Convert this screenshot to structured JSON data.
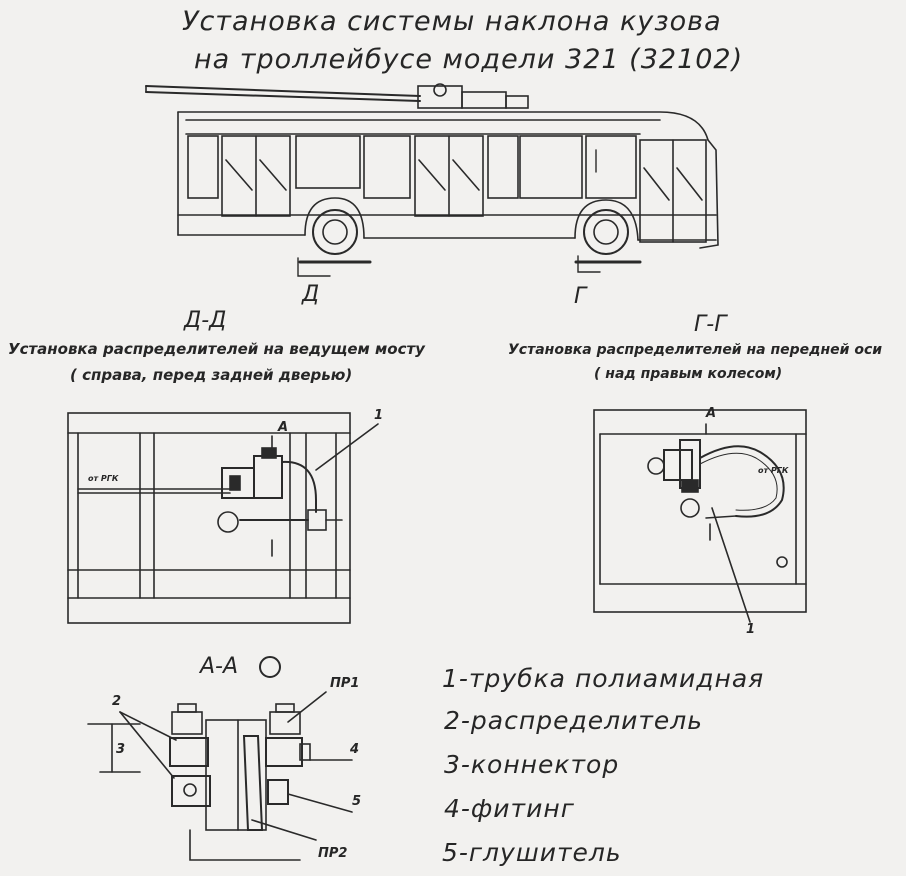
{
  "title": {
    "line1": "Установка системы наклона кузова",
    "line2": "на троллейбусе модели 321 (32102)"
  },
  "bus_marks": {
    "d": "Д",
    "g": "Г"
  },
  "view_dd": {
    "heading": "Д-Д",
    "caption1": "Установка распределителей на ведущем мосту",
    "caption2": "( справа, перед задней дверью)",
    "label_rk": "от РГК",
    "callout": "1",
    "mark_a": "А"
  },
  "view_gg": {
    "heading": "Г-Г",
    "caption1": "Установка распределителей на передней оси",
    "caption2": "( над правым колесом)",
    "label_rk": "от РГК",
    "callout": "1",
    "mark_a": "А"
  },
  "view_aa": {
    "heading": "А-А",
    "pr1": "ПР1",
    "pr2": "ПР2",
    "n2": "2",
    "n3": "3",
    "n4": "4",
    "n5": "5"
  },
  "legend": [
    "1-трубка полиамидная",
    "2-распределитель",
    "3-коннектор",
    "4-фитинг",
    "5-глушитель"
  ]
}
